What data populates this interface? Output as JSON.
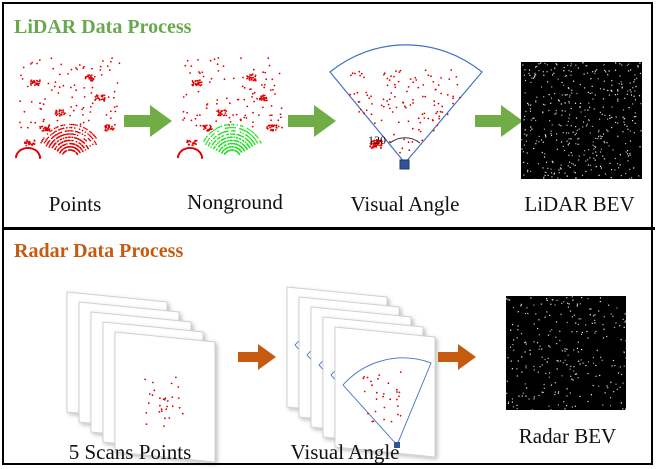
{
  "lidar": {
    "title": "LiDAR Data Process",
    "steps": [
      "Points",
      "Nonground",
      "Visual Angle",
      "LiDAR BEV"
    ],
    "angle_label": "120",
    "colors": {
      "title": "#6aa84f",
      "arrow": "#70ad47",
      "points": "#e00000",
      "ground": "#22dd22",
      "fov": "#4472c4"
    }
  },
  "radar": {
    "title": "Radar Data Process",
    "steps": [
      "5 Scans Points",
      "Visual Angle",
      "Radar BEV"
    ],
    "colors": {
      "title": "#c55a11",
      "arrow": "#c55a11",
      "points": "#e00000",
      "fov": "#4472c4"
    }
  }
}
